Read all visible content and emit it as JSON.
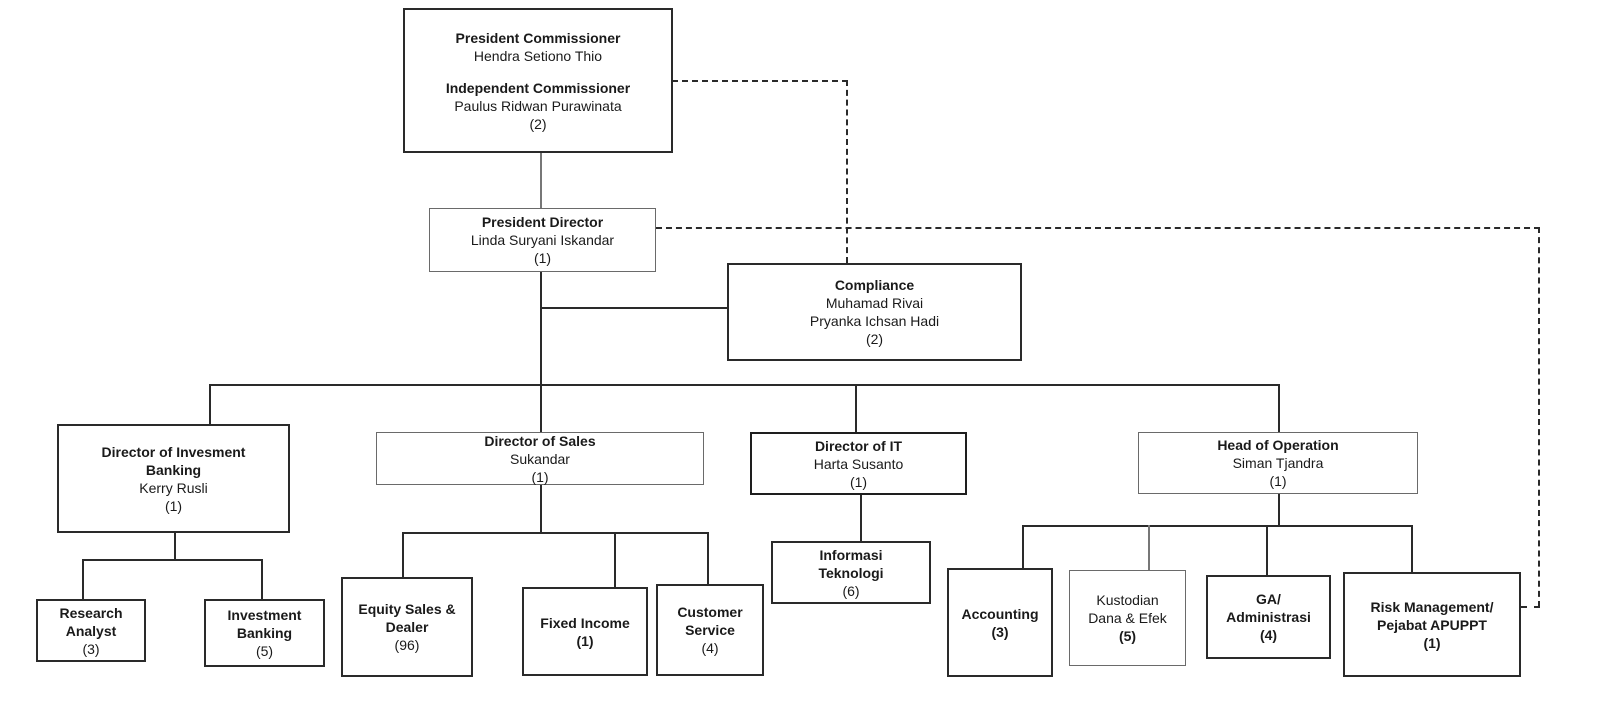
{
  "org_chart": {
    "board": {
      "commissioner_title": "President Commissioner",
      "commissioner_name": "Hendra Setiono Thio",
      "independent_title": "Independent Commissioner",
      "independent_name": "Paulus Ridwan Purawinata",
      "count": "(2)"
    },
    "president_director": {
      "title": "President Director",
      "name": "Linda Suryani Iskandar",
      "count": "(1)"
    },
    "compliance": {
      "title": "Compliance",
      "name1": "Muhamad Rivai",
      "name2": "Pryanka Ichsan Hadi",
      "count": "(2)"
    },
    "director_ib": {
      "title_line1": "Director of Invesment",
      "title_line2": "Banking",
      "name": "Kerry Rusli",
      "count": "(1)"
    },
    "director_sales": {
      "title": "Director of Sales",
      "name": "Sukandar",
      "count": "(1)"
    },
    "director_it": {
      "title": "Director of IT",
      "name": "Harta Susanto",
      "count": "(1)"
    },
    "head_operation": {
      "title": "Head of Operation",
      "name": "Siman Tjandra",
      "count": "(1)"
    },
    "research_analyst": {
      "line1": "Research",
      "line2": "Analyst",
      "count": "(3)"
    },
    "investment_banking": {
      "line1": "Investment",
      "line2": "Banking",
      "count": "(5)"
    },
    "equity_sales": {
      "line1": "Equity Sales &",
      "line2": "Dealer",
      "count": "(96)"
    },
    "fixed_income": {
      "line1": "Fixed Income",
      "count": "(1)"
    },
    "customer_service": {
      "line1": "Customer",
      "line2": "Service",
      "count": "(4)"
    },
    "informasi_teknologi": {
      "line1": "Informasi",
      "line2": "Teknologi",
      "count": "(6)"
    },
    "accounting": {
      "line1": "Accounting",
      "count": "(3)"
    },
    "kustodian": {
      "line1": "Kustodian",
      "line2": "Dana & Efek",
      "count": "(5)"
    },
    "ga_administrasi": {
      "line1": "GA/",
      "line2": "Administrasi",
      "count": "(4)"
    },
    "risk_management": {
      "line1": "Risk Management/",
      "line2": "Pejabat APUPPT",
      "count": "(1)"
    }
  }
}
